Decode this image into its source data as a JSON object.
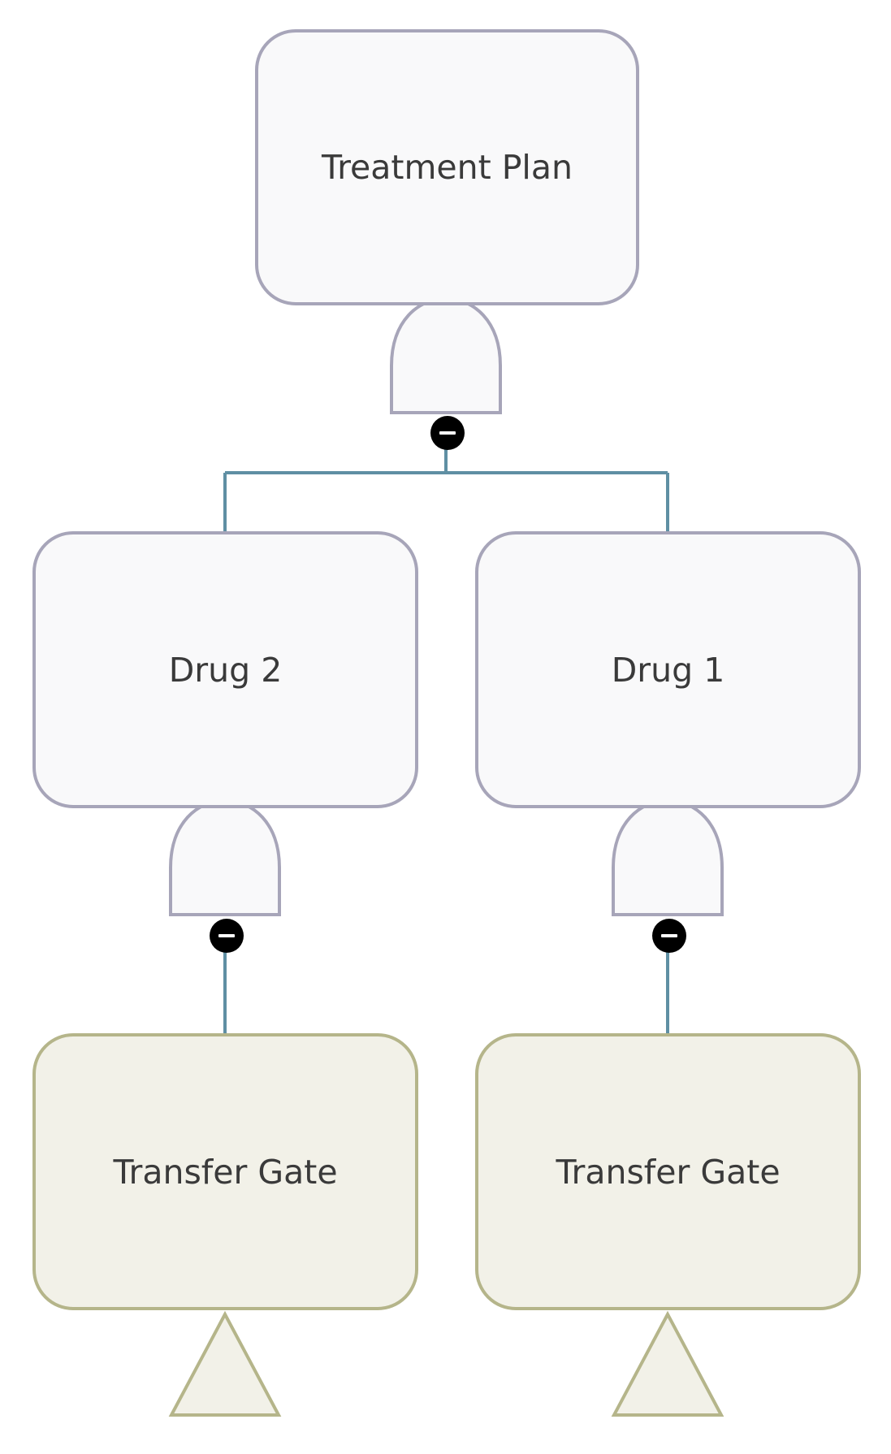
{
  "diagram": {
    "type": "fault-tree",
    "nodes": {
      "root": {
        "label": "Treatment Plan"
      },
      "drug2": {
        "label": "Drug 2"
      },
      "drug1": {
        "label": "Drug 1"
      },
      "transfer_left": {
        "label": "Transfer Gate"
      },
      "transfer_right": {
        "label": "Transfer Gate"
      }
    },
    "gates": [
      {
        "kind": "and",
        "parent": "Treatment Plan"
      },
      {
        "kind": "and",
        "parent": "Drug 2"
      },
      {
        "kind": "and",
        "parent": "Drug 1"
      }
    ],
    "edges": [
      {
        "from": "Treatment Plan",
        "to": "Drug 2"
      },
      {
        "from": "Treatment Plan",
        "to": "Drug 1"
      },
      {
        "from": "Drug 2",
        "to": "Transfer Gate"
      },
      {
        "from": "Drug 1",
        "to": "Transfer Gate"
      }
    ],
    "colors": {
      "event_border": "#a7a5b9",
      "event_fill": "#f9f9fa",
      "transfer_border": "#b5b58a",
      "transfer_fill": "#f2f1e8",
      "connector": "#5f8fa3",
      "text": "#3a3a3a"
    },
    "icons": [
      "and-gate-icon",
      "collapse-icon",
      "transfer-triangle-icon"
    ]
  }
}
